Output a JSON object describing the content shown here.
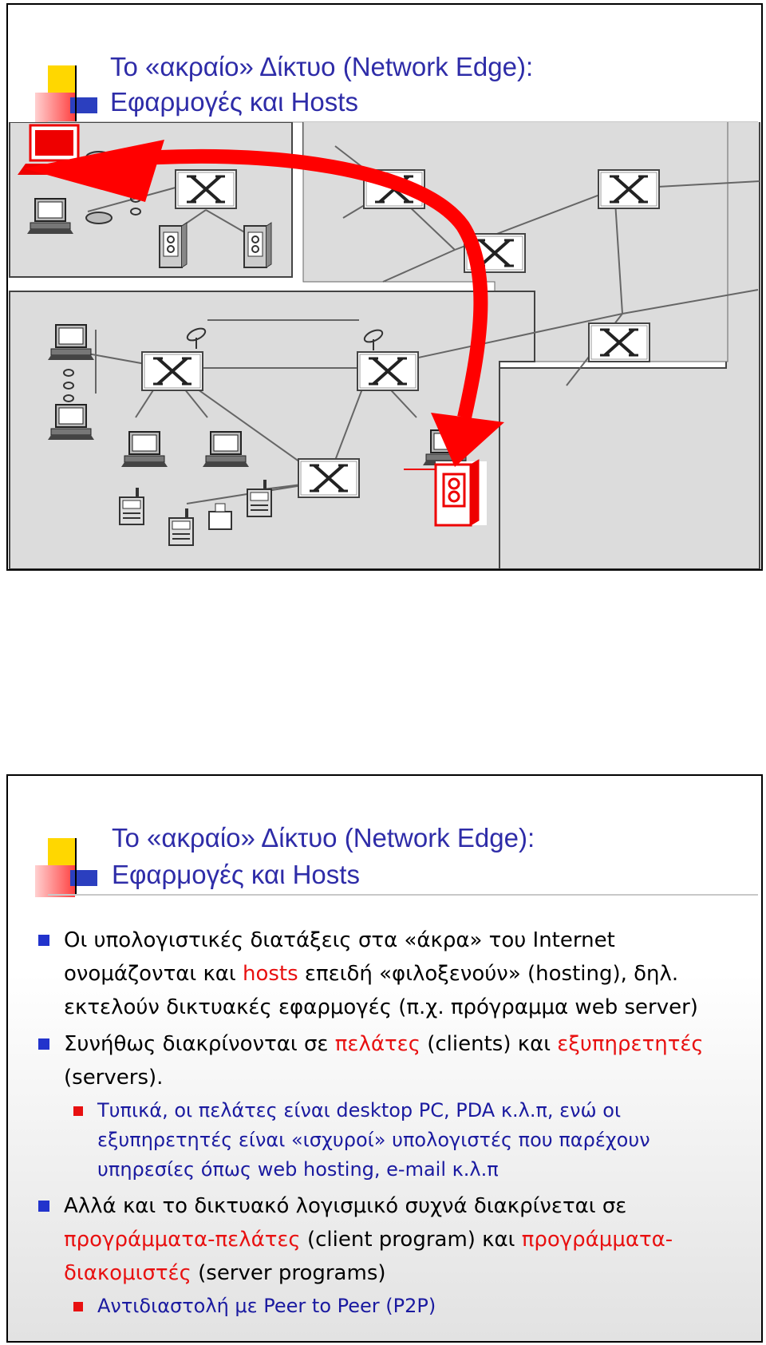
{
  "slide1": {
    "title_line1": "Το «ακραίο» Δίκτυο (Network Edge):",
    "title_line2": "Εφαρμογές και Hosts"
  },
  "slide2": {
    "title_line1": "Το «ακραίο» Δίκτυο (Network Edge):",
    "title_line2": "Εφαρμογές και Hosts",
    "bullets": [
      {
        "l1": "Οι υπολογιστικές διατάξεις στα «άκρα» του Internet",
        "l2_a": "ονομάζονται και ",
        "l2_hl": "hosts",
        "l2_b": " επειδή «φιλοξενούν» (hosting), δηλ.",
        "l3": "εκτελούν δικτυακές εφαρμογές (π.χ. πρόγραμμα web server)"
      },
      {
        "l1_a": "Συνήθως διακρίνονται σε ",
        "l1_hl1": "πελάτες",
        "l1_b": " (clients) και ",
        "l1_hl2": "εξυπηρετητές",
        "l2": "(servers).",
        "sub": {
          "l1": "Τυπικά, οι πελάτες είναι desktop PC, PDA κ.λ.π, ενώ οι",
          "l2": "εξυπηρετητές είναι «ισχυροί» υπολογιστές που παρέχουν",
          "l3": "υπηρεσίες όπως web hosting, e-mail κ.λ.π"
        }
      },
      {
        "l1": "Αλλά και το δικτυακό λογισμικό συχνά διακρίνεται σε",
        "l2_hl1": "προγράμματα-πελάτες",
        "l2_b": " (client program) και ",
        "l2_hl2": "προγράμματα-",
        "l3_hl": "διακομιστές",
        "l3_b": " (server programs)",
        "sub": {
          "l1": "Αντιδιαστολή με Peer to Peer (P2P)"
        }
      }
    ]
  },
  "colors": {
    "title": "#2e2ca8",
    "highlight": "#e81010",
    "bullet": "#2233cc",
    "subbullet": "#e81010",
    "arrow": "#ff0000",
    "network_bg": "#dcdcdc"
  },
  "icons": [
    "packet-switch-icon",
    "desktop-pc-icon",
    "laptop-icon",
    "server-icon",
    "phone-icon",
    "antenna-icon",
    "pda-icon",
    "printer-icon"
  ]
}
